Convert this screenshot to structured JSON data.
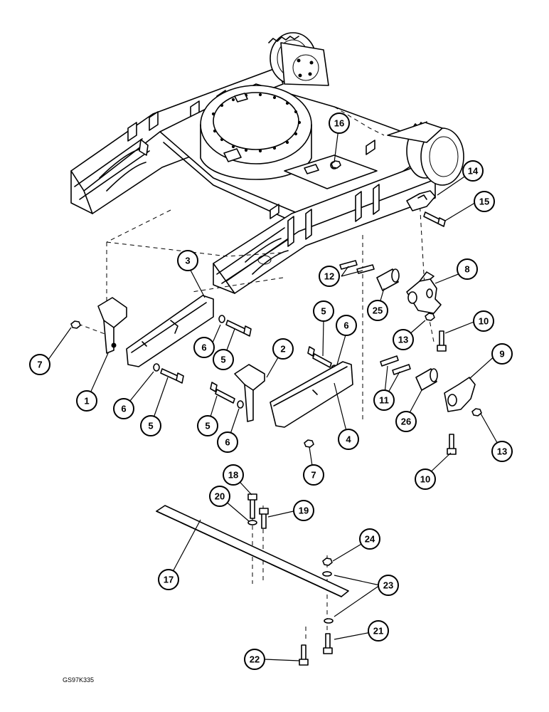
{
  "drawing_code": "GS97K335",
  "callouts": [
    {
      "id": "c1",
      "label": "1"
    },
    {
      "id": "c2",
      "label": "2"
    },
    {
      "id": "c3",
      "label": "3"
    },
    {
      "id": "c4",
      "label": "4"
    },
    {
      "id": "c5a",
      "label": "5"
    },
    {
      "id": "c5b",
      "label": "5"
    },
    {
      "id": "c5c",
      "label": "5"
    },
    {
      "id": "c5d",
      "label": "5"
    },
    {
      "id": "c6a",
      "label": "6"
    },
    {
      "id": "c6b",
      "label": "6"
    },
    {
      "id": "c6c",
      "label": "6"
    },
    {
      "id": "c6d",
      "label": "6"
    },
    {
      "id": "c7a",
      "label": "7"
    },
    {
      "id": "c7b",
      "label": "7"
    },
    {
      "id": "c8",
      "label": "8"
    },
    {
      "id": "c9",
      "label": "9"
    },
    {
      "id": "c10a",
      "label": "10"
    },
    {
      "id": "c10b",
      "label": "10"
    },
    {
      "id": "c11",
      "label": "11"
    },
    {
      "id": "c12",
      "label": "12"
    },
    {
      "id": "c13a",
      "label": "13"
    },
    {
      "id": "c13b",
      "label": "13"
    },
    {
      "id": "c14",
      "label": "14"
    },
    {
      "id": "c15",
      "label": "15"
    },
    {
      "id": "c16",
      "label": "16"
    },
    {
      "id": "c17",
      "label": "17"
    },
    {
      "id": "c18",
      "label": "18"
    },
    {
      "id": "c19",
      "label": "19"
    },
    {
      "id": "c20",
      "label": "20"
    },
    {
      "id": "c21",
      "label": "21"
    },
    {
      "id": "c22",
      "label": "22"
    },
    {
      "id": "c23",
      "label": "23"
    },
    {
      "id": "c24",
      "label": "24"
    },
    {
      "id": "c25",
      "label": "25"
    },
    {
      "id": "c26",
      "label": "26"
    }
  ]
}
